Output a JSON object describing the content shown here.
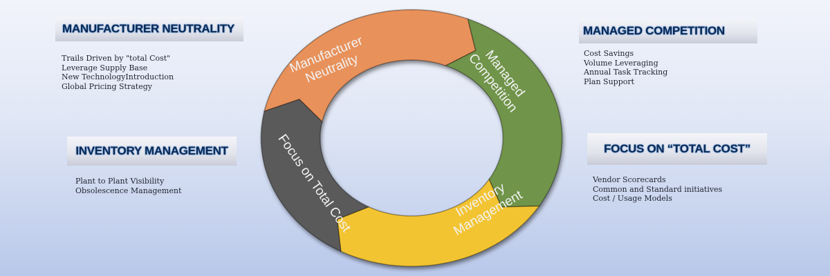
{
  "panels": [
    {
      "title": "MANUFACTURER NEUTRALITY",
      "items": [
        "Trails Driven by \"total Cost\"",
        "Leverage Supply Base",
        "New TechnologyIntroduction",
        "Global Pricing Strategy"
      ]
    },
    {
      "title": "MANAGED COMPETITION",
      "items": [
        "Cost Savings",
        "Volume Leveraging",
        "Annual Task Tracking",
        "Plan Support"
      ]
    },
    {
      "title": "INVENTORY MANAGEMENT",
      "items": [
        "Plant to Plant Visibility",
        "Obsolescence Management"
      ]
    },
    {
      "title": "FOCUS ON “TOTAL COST”",
      "items": [
        "Vendor Scorecards",
        "Common and  Standard initiatives",
        "Cost / Usage Models"
      ]
    }
  ],
  "cycle": [
    {
      "line1": "Manufacturer",
      "line2": "Neutrality",
      "color": "#e8915a"
    },
    {
      "line1": "Managed",
      "line2": "Competition",
      "color": "#6f9448"
    },
    {
      "line1": "Inventory",
      "line2": "Management",
      "color": "#f3c431"
    },
    {
      "line1": "Focus on Total Cost",
      "line2": "",
      "color": "#5a5a5a"
    }
  ]
}
